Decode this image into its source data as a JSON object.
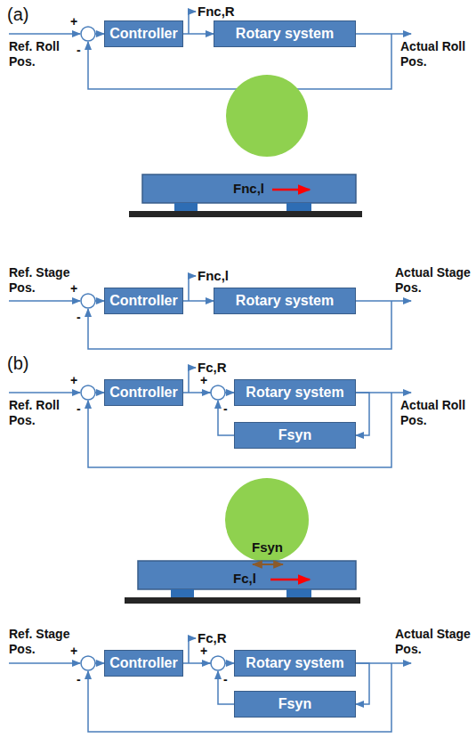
{
  "diagram": {
    "nodes": [
      {
        "text": [
          "Controller"
        ]
      },
      {
        "text": [
          "Rotary system"
        ]
      },
      {
        "text": [
          "Controller"
        ]
      },
      {
        "text": [
          "Rotary system"
        ]
      },
      {
        "text": [
          "Controller"
        ]
      },
      {
        "text": [
          "Rotary system"
        ]
      },
      {
        "text": [
          "Fsyn"
        ]
      },
      {
        "text": [
          "Controller"
        ]
      },
      {
        "text": [
          "Rotary system"
        ]
      },
      {
        "text": [
          "Fsyn"
        ]
      }
    ],
    "edges": [
      {
        "from": 0,
        "to": 1,
        "arrow": "to"
      },
      {
        "from": 2,
        "to": 3,
        "arrow": "to"
      },
      {
        "from": 4,
        "to": 5,
        "arrow": "to"
      },
      {
        "from": 5,
        "to": 6,
        "arrow": "to"
      },
      {
        "from": 7,
        "to": 8,
        "arrow": "to"
      },
      {
        "from": 8,
        "to": 9,
        "arrow": "to"
      }
    ],
    "labels": [
      "(a)",
      "Ref. Roll Pos.",
      "+",
      "-",
      "Fnc,R",
      "Actual Roll Pos.",
      "Fnc,l",
      "Ref. Stage Pos.",
      "+",
      "-",
      "Fnc,l",
      "Actual Stage Pos.",
      "(b)",
      "Fc,R",
      "Ref. Roll Pos.",
      "+",
      "-",
      "+",
      "-",
      "Actual Roll Pos.",
      "Fsyn",
      "Fc,l",
      "Ref. Stage Pos.",
      "+",
      "-",
      "Fc,R",
      "+",
      "-",
      "Actual Stage Pos."
    ]
  }
}
